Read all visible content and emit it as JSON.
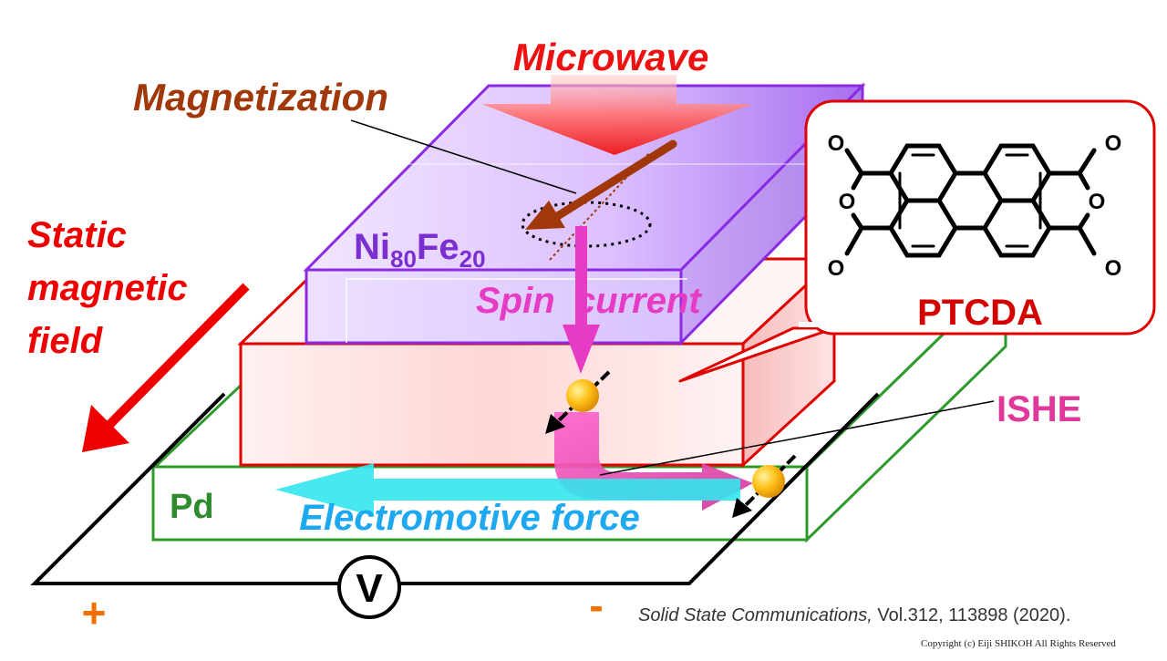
{
  "labels": {
    "microwave": "Microwave",
    "magnetization": "Magnetization",
    "static_field_line1": "Static",
    "static_field_line2": "magnetic",
    "static_field_line3": "field",
    "nife_base1": "Ni",
    "nife_sub1": "80",
    "nife_base2": "Fe",
    "nife_sub2": "20",
    "spin_current": "Spin  current",
    "ishe": "ISHE",
    "pd": "Pd",
    "emf": "Electromotive force",
    "voltmeter": "V",
    "plus": "+",
    "minus": "-",
    "ptcda": "PTCDA",
    "oxygen": "O"
  },
  "citation": {
    "journal": "Solid State Communications,",
    "details": " Vol.312, 113898 (2020)."
  },
  "copyright": "Copyright (c) Eiji  SHIKOH  All Rights Reserved",
  "colors": {
    "microwave_red": "#ee1111",
    "magnetization_brown": "#a0380a",
    "static_field_red": "#ee0000",
    "nife_purple": "#8a2be2",
    "nife_text": "#7b2fd0",
    "spin_pink": "#e63bc4",
    "ishe_pink": "#e0389a",
    "pd_green": "#2e8b2e",
    "emf_cyan": "#1ea8f0",
    "plus_minus_orange": "#f07000",
    "ptcda_red": "#d40000",
    "callout_border": "#e00000"
  },
  "icons": {
    "electron": "electron-spin-ball-icon",
    "voltmeter": "voltmeter-icon"
  }
}
